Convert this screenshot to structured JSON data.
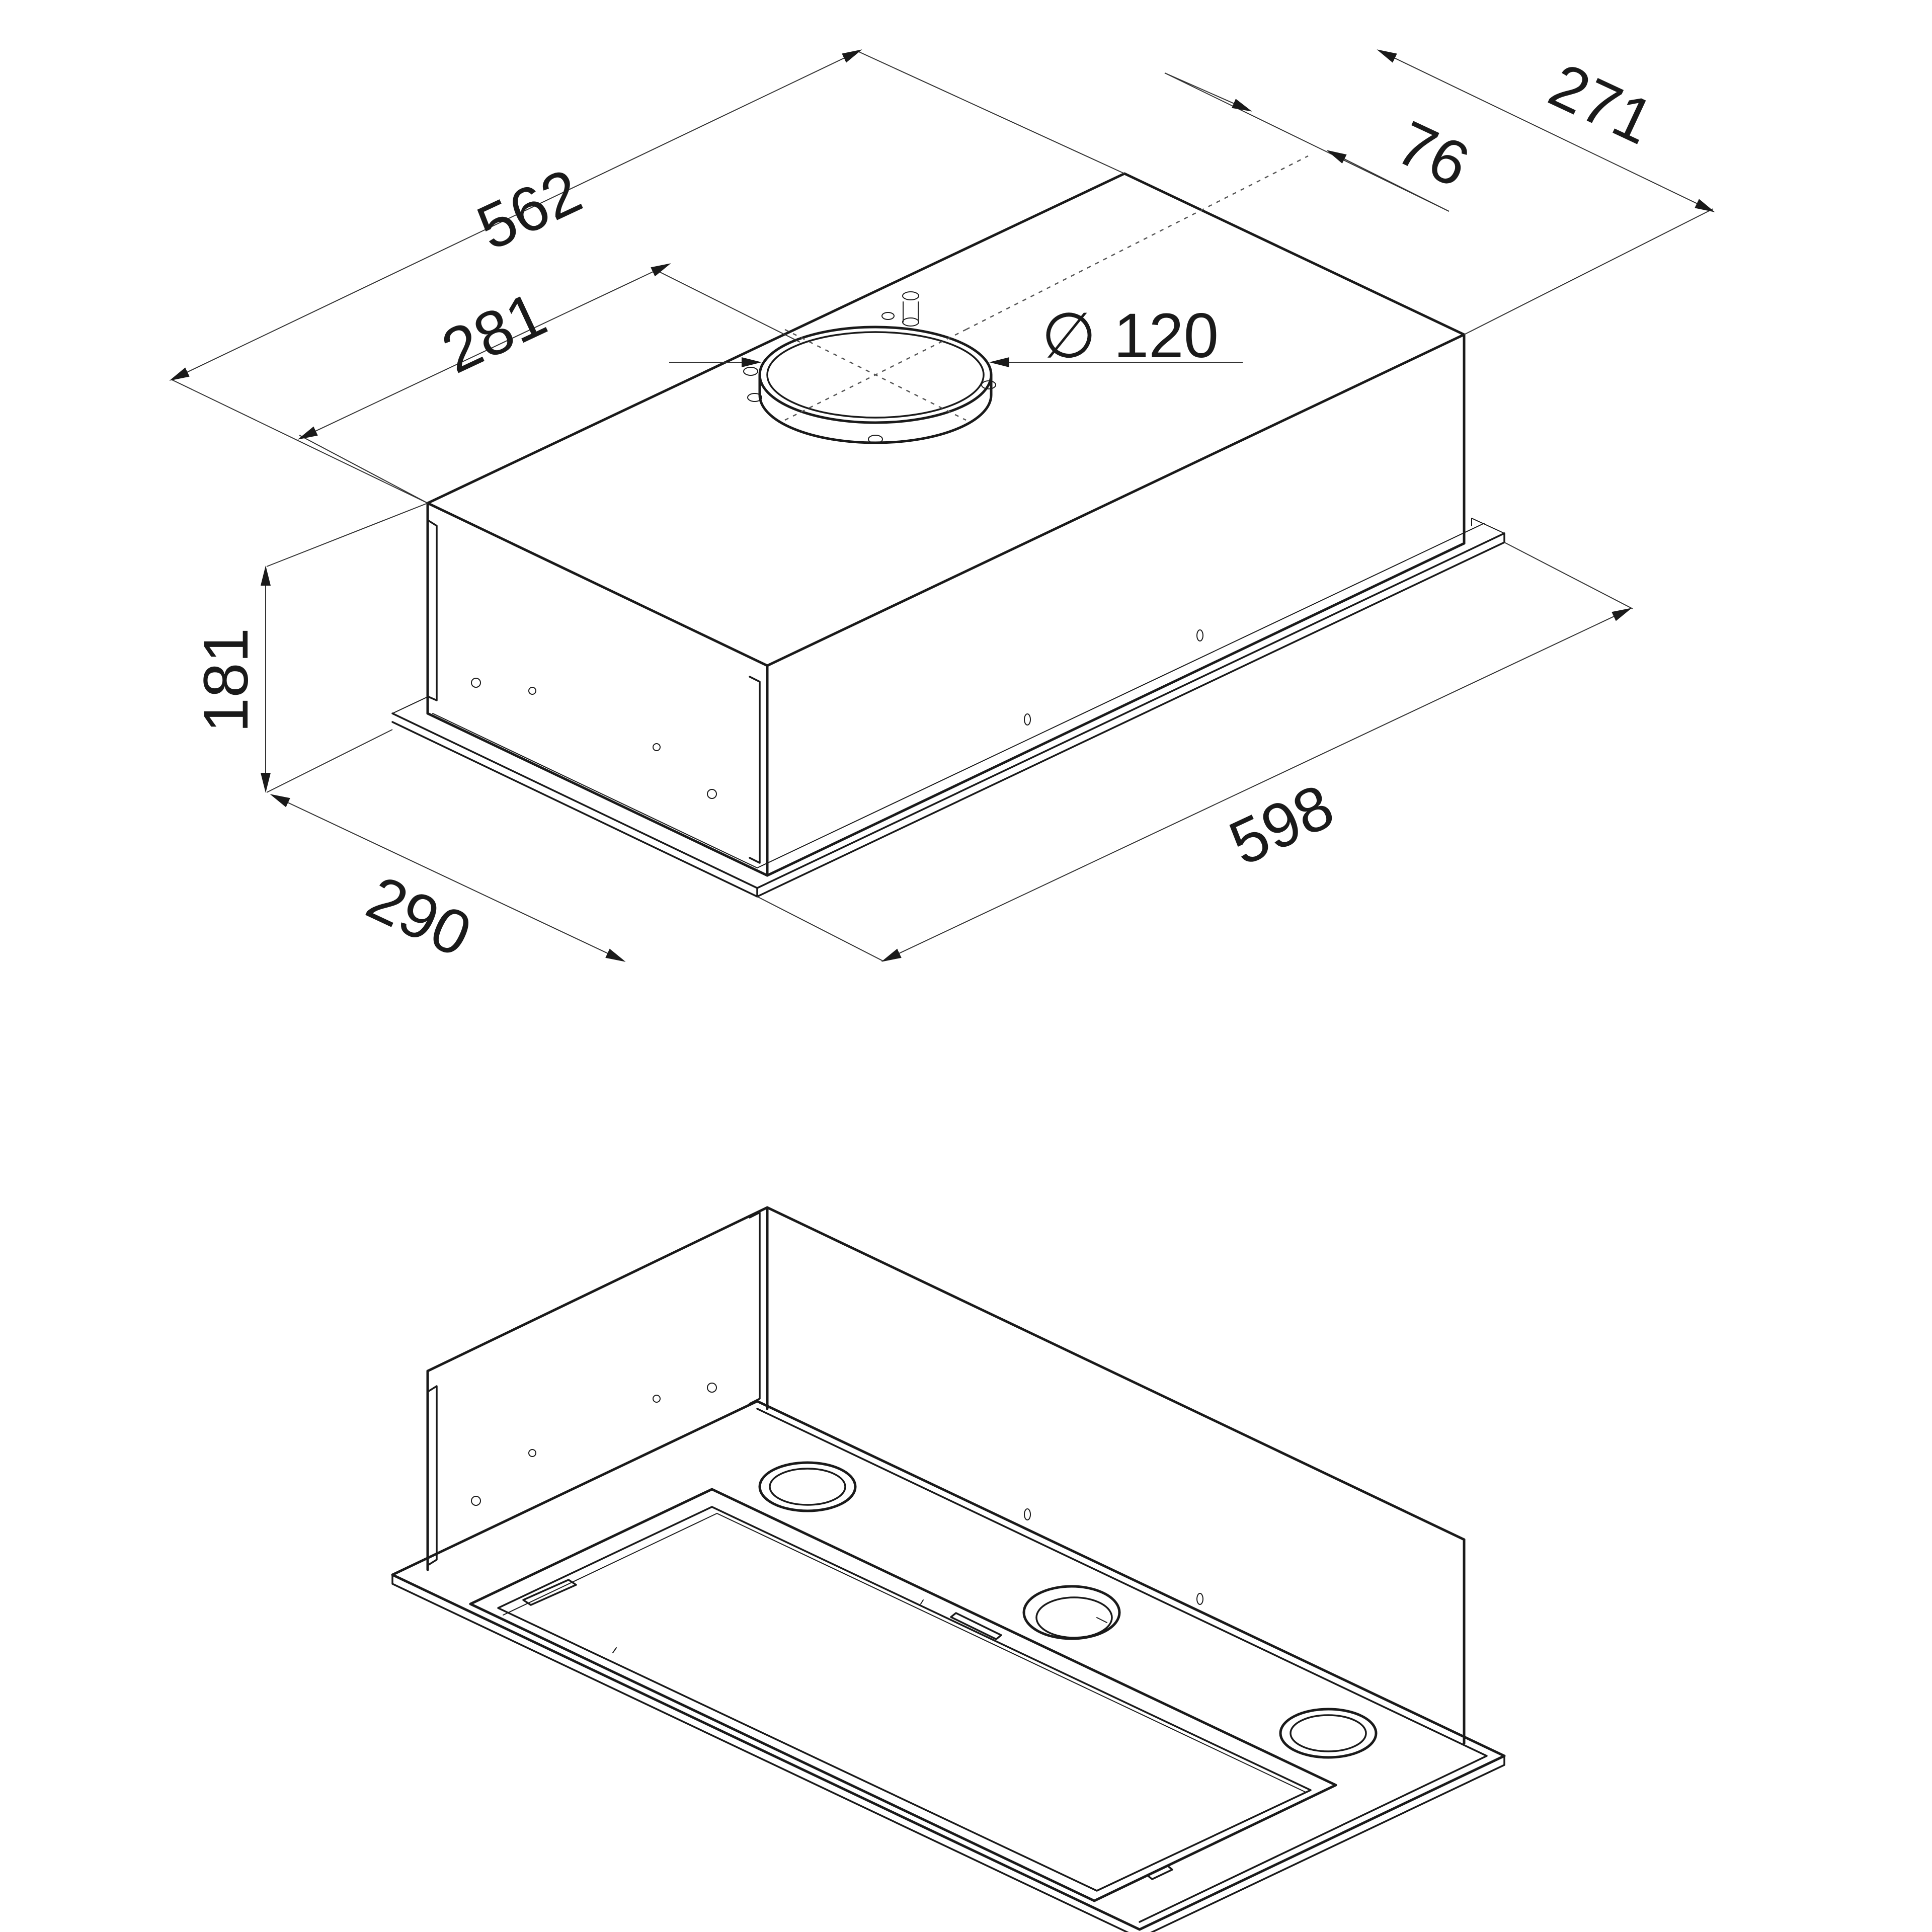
{
  "dimensions": {
    "width_top": "562",
    "duct_offset_width": "281",
    "depth_top": "271",
    "duct_offset_depth": "76",
    "duct_diameter": "∅ 120",
    "height": "181",
    "depth_bottom": "290",
    "width_bottom": "598"
  }
}
